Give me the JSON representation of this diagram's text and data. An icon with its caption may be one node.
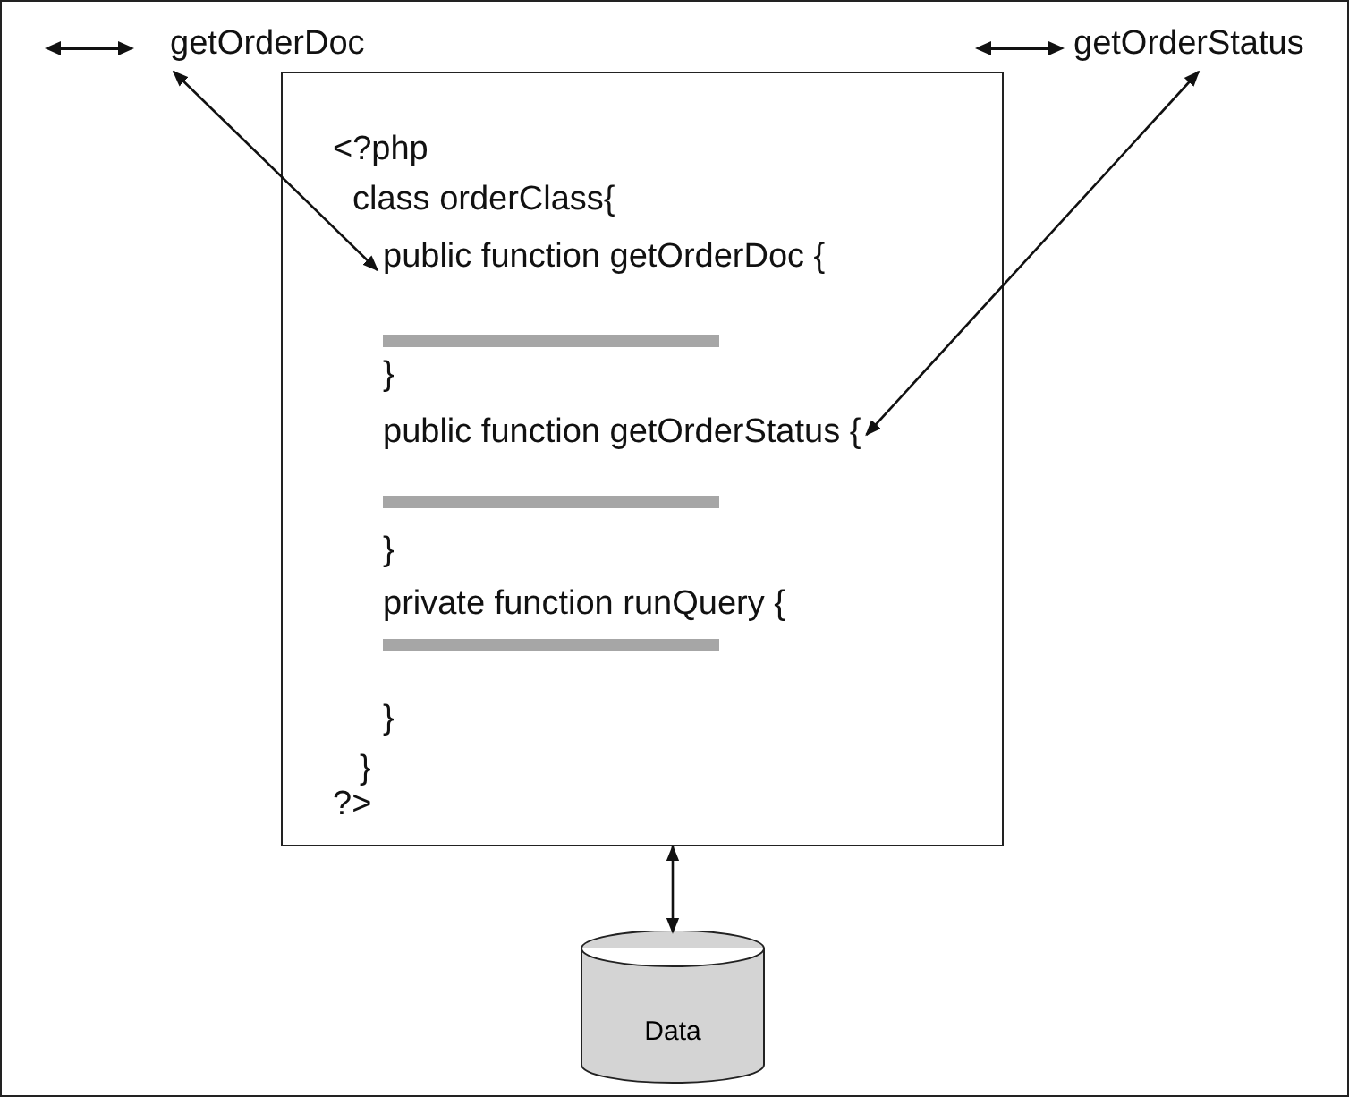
{
  "diagram": {
    "nodes": [
      {
        "text": [
          "getOrderDoc"
        ]
      },
      {
        "text": [
          "getOrderStatus"
        ]
      },
      {
        "text": [],
        "shape": "box"
      },
      {
        "text": [
          "<?php"
        ],
        "in": 2
      },
      {
        "text": [
          "class orderClass{"
        ],
        "in": 2
      },
      {
        "text": [
          "public function getOrderDoc {"
        ],
        "in": 2
      },
      {
        "text": [
          "}"
        ],
        "in": 2
      },
      {
        "text": [
          "public function getOrderStatus {"
        ],
        "in": 2
      },
      {
        "text": [
          "}"
        ],
        "in": 2
      },
      {
        "text": [
          "private function runQuery {"
        ],
        "in": 2
      },
      {
        "text": [
          "}"
        ],
        "in": 2
      },
      {
        "text": [
          "}"
        ],
        "in": 2
      },
      {
        "text": [
          "?>"
        ],
        "in": 2
      },
      {
        "text": [
          "Data"
        ]
      }
    ],
    "edges": [
      {
        "from": 0,
        "to": 5,
        "arrow": "both"
      },
      {
        "from": 1,
        "to": 7,
        "arrow": "both"
      },
      {
        "from": 2,
        "to": 13,
        "arrow": "both"
      }
    ]
  }
}
